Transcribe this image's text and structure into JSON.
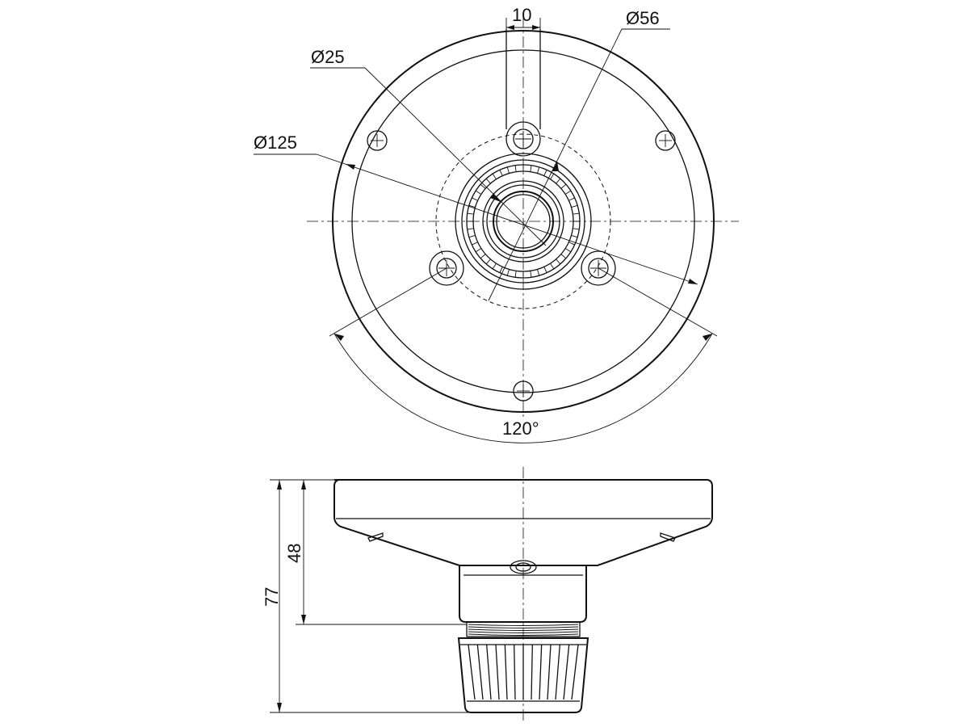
{
  "dimensions": {
    "slot_width": "10",
    "dia_56": "Ø56",
    "dia_25": "Ø25",
    "dia_125": "Ø125",
    "angle": "120°",
    "height_48": "48",
    "height_77": "77"
  }
}
